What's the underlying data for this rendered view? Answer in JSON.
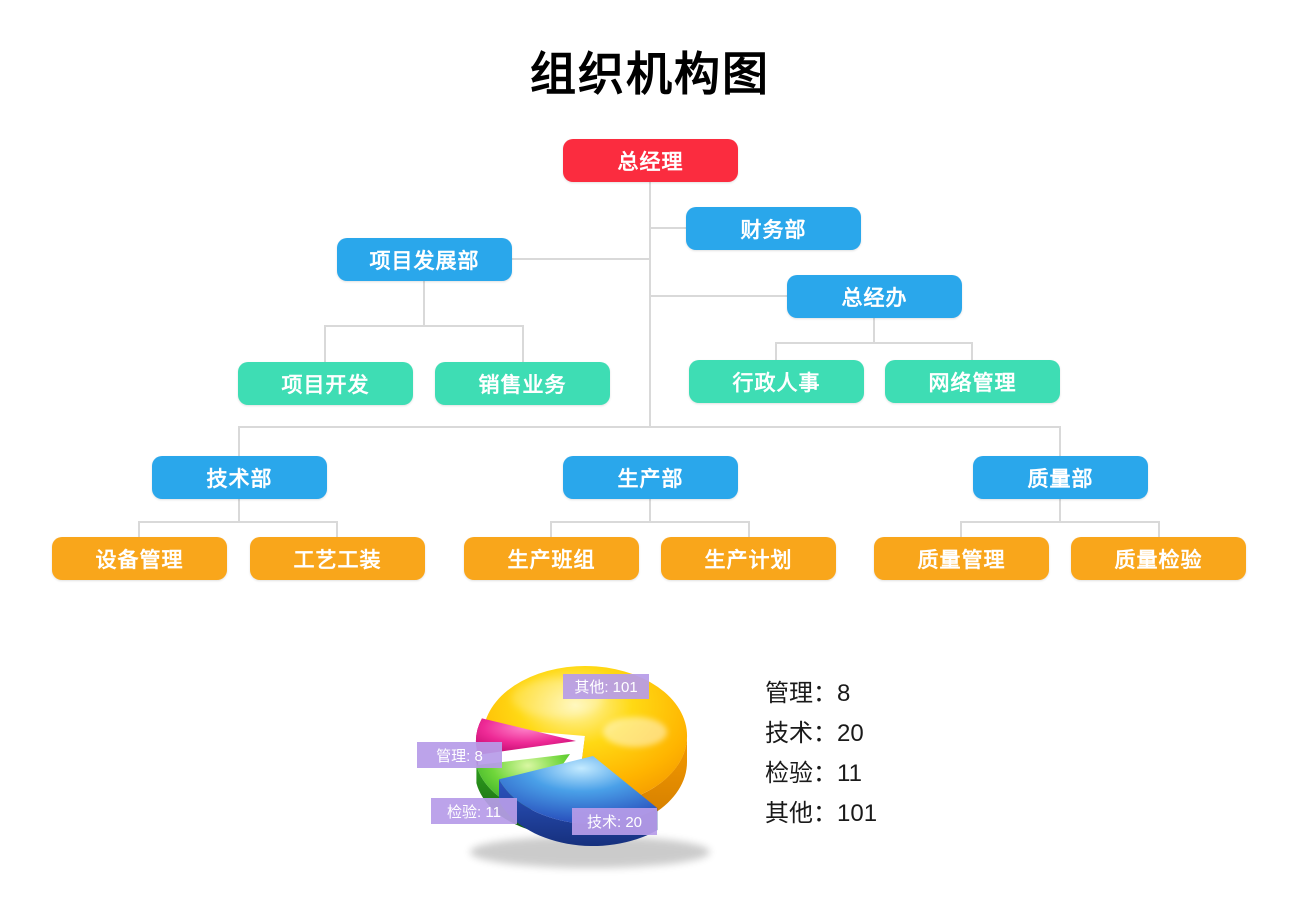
{
  "page": {
    "title": "组织机构图"
  },
  "colors": {
    "node_red": "#fb2c3f",
    "node_blue": "#2aa7eb",
    "node_teal": "#3eddb4",
    "node_orange": "#f9a61b",
    "connector_gray": "#d9d9d9",
    "badge_lavender": "#b79ce8",
    "pie_yellow": "#ffbf00",
    "pie_blue": "#2a5fd0",
    "pie_green": "#33b51e",
    "pie_magenta": "#e6007e"
  },
  "org_chart": {
    "nodes": [
      {
        "label": "总经理",
        "color": "red",
        "level": 1
      },
      {
        "label": "财务部",
        "color": "blue",
        "level": 2
      },
      {
        "label": "项目发展部",
        "color": "blue",
        "level": 2
      },
      {
        "label": "总经办",
        "color": "blue",
        "level": 2
      },
      {
        "label": "项目开发",
        "color": "teal",
        "level": 3
      },
      {
        "label": "销售业务",
        "color": "teal",
        "level": 3
      },
      {
        "label": "行政人事",
        "color": "teal",
        "level": 3
      },
      {
        "label": "网络管理",
        "color": "teal",
        "level": 3
      },
      {
        "label": "技术部",
        "color": "blue",
        "level": 3
      },
      {
        "label": "生产部",
        "color": "blue",
        "level": 3
      },
      {
        "label": "质量部",
        "color": "blue",
        "level": 3
      },
      {
        "label": "设备管理",
        "color": "orange",
        "level": 4
      },
      {
        "label": "工艺工装",
        "color": "orange",
        "level": 4
      },
      {
        "label": "生产班组",
        "color": "orange",
        "level": 4
      },
      {
        "label": "生产计划",
        "color": "orange",
        "level": 4
      },
      {
        "label": "质量管理",
        "color": "orange",
        "level": 4
      },
      {
        "label": "质量检验",
        "color": "orange",
        "level": 4
      }
    ]
  },
  "chart_data": {
    "type": "pie",
    "title": "",
    "style": "3d-exploded-glossy",
    "legend_position": "right",
    "slices": [
      {
        "label": "管理",
        "value": 8,
        "color": "#e6007e",
        "callout": "管理: 8"
      },
      {
        "label": "技术",
        "value": 20,
        "color": "#2a5fd0",
        "callout": "技术: 20"
      },
      {
        "label": "检验",
        "value": 11,
        "color": "#33b51e",
        "callout": "检验: 11"
      },
      {
        "label": "其他",
        "value": 101,
        "color": "#ffbf00",
        "callout": "其他: 101"
      }
    ],
    "legend": [
      {
        "text": "管理：8"
      },
      {
        "text": "技术：20"
      },
      {
        "text": "检验：11"
      },
      {
        "text": "其他：101"
      }
    ]
  }
}
